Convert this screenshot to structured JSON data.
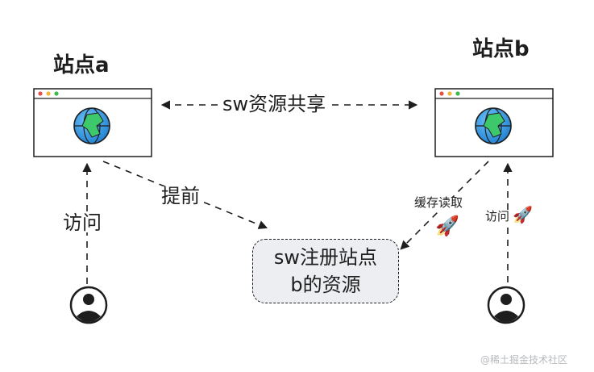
{
  "nodes": {
    "site_a": {
      "title": "站点a"
    },
    "site_b": {
      "title": "站点b"
    },
    "center": {
      "line1": "sw注册站点",
      "line2": "b的资源"
    }
  },
  "edges": {
    "share": "sw资源共享",
    "prefetch": "提前",
    "visit_a": "访问",
    "cache_read": "缓存读取",
    "visit_b": "访问"
  },
  "icons": {
    "rocket_cache": "rocket-icon",
    "rocket_visit": "rocket-icon",
    "browser": "browser-window-icon",
    "globe": "globe-icon",
    "user": "user-avatar-icon"
  },
  "watermark": "@稀土掘金技术社区"
}
